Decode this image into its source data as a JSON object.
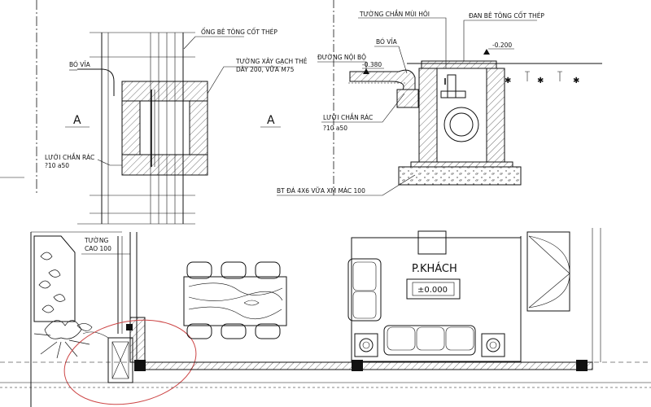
{
  "top_left_detail": {
    "pipe_label": "ỐNG BÊ TÔNG CỐT THÉP",
    "curb_label": "BÓ VỈA",
    "wall_label_line1": "TƯỜNG XÂY GẠCH THẺ",
    "wall_label_line2": "DÀY 200, VỮA M75",
    "grate_label_line1": "LƯỚI CHẮN RÁC",
    "grate_label_line2": "?10 a50",
    "section_mark": "A"
  },
  "section_detail": {
    "section_mark": "A",
    "weir_label": "TƯỜNG CHẮN MÙI HÔI",
    "slab_label": "ĐAN BÊ TÔNG CỐT THÉP",
    "curb_label": "BÓ VỈA",
    "road_label": "ĐƯỜNG NỘI BỘ",
    "level_road": "-0.380",
    "level_top": "-0.200",
    "grate_label_line1": "LƯỚI CHẮN RÁC",
    "grate_label_line2": "?10 a50",
    "base_label": "BT ĐÁ 4X6 VỮA XM MÁC 100"
  },
  "floor_plan": {
    "wall_label_line1": "TƯỜNG",
    "wall_label_line2": "CAO 100",
    "room_name": "P.KHÁCH",
    "room_level": "±0.000"
  }
}
